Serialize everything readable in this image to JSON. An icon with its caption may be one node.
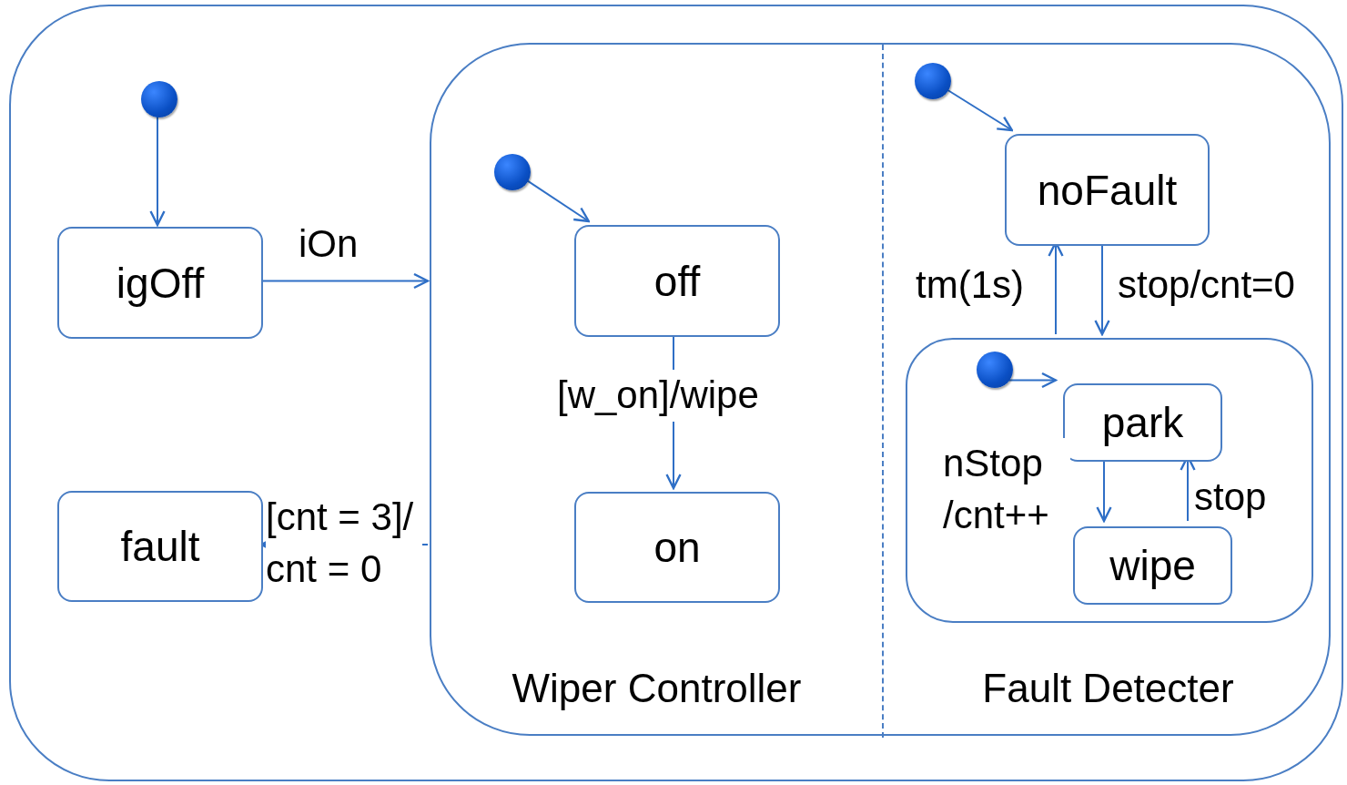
{
  "diagram": {
    "nodes": [
      {
        "text": [],
        "shape": "box"
      },
      {
        "text": [],
        "shape": "circle",
        "in": 0
      },
      {
        "text": [
          "igOff"
        ],
        "in": 0
      },
      {
        "text": [
          "fault"
        ],
        "in": 0
      },
      {
        "text": [],
        "shape": "box",
        "in": 0
      },
      {
        "text": [
          "Wiper Controller"
        ],
        "in": 4
      },
      {
        "text": [
          "Fault Detecter"
        ],
        "in": 4
      },
      {
        "text": [],
        "shape": "circle",
        "in": 5
      },
      {
        "text": [
          "off"
        ],
        "in": 5
      },
      {
        "text": [
          "on"
        ],
        "in": 5
      },
      {
        "text": [],
        "shape": "circle",
        "in": 6
      },
      {
        "text": [
          "noFault"
        ],
        "in": 6
      },
      {
        "text": [],
        "shape": "box",
        "in": 6
      },
      {
        "text": [],
        "shape": "circle",
        "in": 12
      },
      {
        "text": [
          "park"
        ],
        "in": 12
      },
      {
        "text": [
          "wipe"
        ],
        "in": 12
      }
    ],
    "edges": [
      {
        "from": 1,
        "to": 2,
        "arrow": "to"
      },
      {
        "from": 2,
        "to": 4,
        "arrow": "to",
        "label": "iOn"
      },
      {
        "from": 4,
        "to": 3,
        "arrow": "to",
        "label": "[cnt = 3]/ cnt = 0"
      },
      {
        "from": 7,
        "to": 8,
        "arrow": "to"
      },
      {
        "from": 8,
        "to": 9,
        "arrow": "to",
        "label": "[w_on]/wipe"
      },
      {
        "from": 10,
        "to": 11,
        "arrow": "to"
      },
      {
        "from": 11,
        "to": 12,
        "arrow": "to",
        "label": "stop/cnt=0"
      },
      {
        "from": 12,
        "to": 11,
        "arrow": "to",
        "label": "tm(1s)"
      },
      {
        "from": 13,
        "to": 14,
        "arrow": "to"
      },
      {
        "from": 14,
        "to": 15,
        "arrow": "to",
        "label": "nStop /cnt++"
      },
      {
        "from": 15,
        "to": 14,
        "arrow": "to",
        "label": "stop"
      }
    ]
  }
}
